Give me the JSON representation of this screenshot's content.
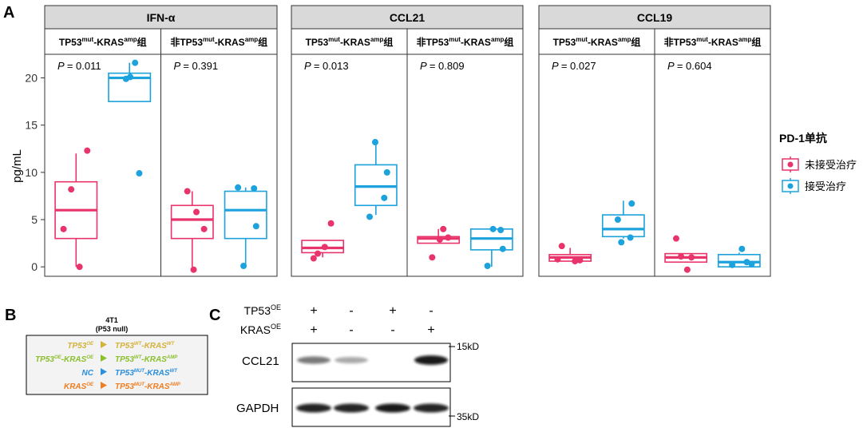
{
  "panel_labels": {
    "a": "A",
    "b": "B",
    "c": "C"
  },
  "chart_data": {
    "type": "box",
    "ylabel": "pg/mL",
    "xlabel": "",
    "ylim": [
      -1,
      22.5
    ],
    "yticks": [
      0,
      5,
      10,
      15,
      20
    ],
    "grid": false,
    "legend": {
      "title": "PD-1单抗",
      "position": "right",
      "entries": [
        {
          "name": "未接受治疗",
          "color": "#e8336b"
        },
        {
          "name": "接受治疗",
          "color": "#1ca2dc"
        }
      ]
    },
    "facets": [
      {
        "title": "IFN-α",
        "subgroups": [
          {
            "title_main": "TP53",
            "title_sup1": "mut",
            "title_mid": "-KRAS",
            "title_sup2": "amp",
            "title_end": "组",
            "p_label": "P",
            "p_value": "= 0.011",
            "boxes": [
              {
                "series": "未接受治疗",
                "min": 0,
                "q1": 3,
                "median": 6,
                "q3": 9,
                "max": 12,
                "points": [
                  [
                    -0.18,
                    4
                  ],
                  [
                    -0.07,
                    8.2
                  ],
                  [
                    0.05,
                    0
                  ],
                  [
                    0.16,
                    12.3
                  ]
                ]
              },
              {
                "series": "接受治疗",
                "min": 17.5,
                "q1": 17.5,
                "median": 20,
                "q3": 20.5,
                "max": 21.6,
                "points": [
                  [
                    0.08,
                    21.6
                  ],
                  [
                    -0.05,
                    19.9
                  ],
                  [
                    0.01,
                    20.1
                  ],
                  [
                    0.14,
                    9.9
                  ]
                ]
              }
            ]
          },
          {
            "title_main": "非TP53",
            "title_sup1": "mut",
            "title_mid": "-KRAS",
            "title_sup2": "amp",
            "title_end": "组",
            "p_label": "P",
            "p_value": "= 0.391",
            "boxes": [
              {
                "series": "未接受治疗",
                "min": 0,
                "q1": 3,
                "median": 5,
                "q3": 6.5,
                "max": 8,
                "points": [
                  [
                    -0.07,
                    8
                  ],
                  [
                    0.06,
                    5.8
                  ],
                  [
                    0.17,
                    4
                  ],
                  [
                    0.02,
                    -0.3
                  ]
                ]
              },
              {
                "series": "接受治疗",
                "min": 0,
                "q1": 3,
                "median": 6,
                "q3": 8,
                "max": 8.4,
                "points": [
                  [
                    -0.11,
                    8.4
                  ],
                  [
                    0.12,
                    8.3
                  ],
                  [
                    0.15,
                    4.3
                  ],
                  [
                    -0.03,
                    0.1
                  ]
                ]
              }
            ]
          }
        ]
      },
      {
        "title": "CCL21",
        "subgroups": [
          {
            "title_main": "TP53",
            "title_sup1": "mut",
            "title_mid": "-KRAS",
            "title_sup2": "amp",
            "title_end": "组",
            "p_label": "P",
            "p_value": "= 0.013",
            "boxes": [
              {
                "series": "未接受治疗",
                "min": 1,
                "q1": 1.5,
                "median": 2,
                "q3": 2.8,
                "max": 2.8,
                "points": [
                  [
                    0.12,
                    4.6
                  ],
                  [
                    0.03,
                    2.1
                  ],
                  [
                    -0.07,
                    1.4
                  ],
                  [
                    -0.13,
                    0.9
                  ]
                ]
              },
              {
                "series": "接受治疗",
                "min": 5.5,
                "q1": 6.5,
                "median": 8.5,
                "q3": 10.8,
                "max": 13,
                "points": [
                  [
                    -0.01,
                    13.2
                  ],
                  [
                    0.16,
                    10.0
                  ],
                  [
                    0.12,
                    7.3
                  ],
                  [
                    -0.09,
                    5.3
                  ]
                ]
              }
            ]
          },
          {
            "title_main": "非TP53",
            "title_sup1": "mut",
            "title_mid": "-KRAS",
            "title_sup2": "amp",
            "title_end": "组",
            "p_label": "P",
            "p_value": "= 0.809",
            "boxes": [
              {
                "series": "未接受治疗",
                "min": 2.5,
                "q1": 2.5,
                "median": 3,
                "q3": 3.2,
                "max": 4,
                "points": [
                  [
                    0.07,
                    4
                  ],
                  [
                    0.14,
                    3.1
                  ],
                  [
                    -0.09,
                    1
                  ],
                  [
                    0.02,
                    2.9
                  ]
                ]
              },
              {
                "series": "接受治疗",
                "min": 0,
                "q1": 1.8,
                "median": 3,
                "q3": 4,
                "max": 4,
                "points": [
                  [
                    0.02,
                    4
                  ],
                  [
                    0.13,
                    3.9
                  ],
                  [
                    0.16,
                    1.9
                  ],
                  [
                    -0.06,
                    0.1
                  ]
                ]
              }
            ]
          }
        ]
      },
      {
        "title": "CCL19",
        "subgroups": [
          {
            "title_main": "TP53",
            "title_sup1": "mut",
            "title_mid": "-KRAS",
            "title_sup2": "amp",
            "title_end": "组",
            "p_label": "P",
            "p_value": "= 0.027",
            "boxes": [
              {
                "series": "未接受治疗",
                "min": 0.6,
                "q1": 0.6,
                "median": 1,
                "q3": 1.3,
                "max": 2,
                "points": [
                  [
                    -0.12,
                    2.2
                  ],
                  [
                    -0.18,
                    0.8
                  ],
                  [
                    0.07,
                    0.6
                  ],
                  [
                    0.14,
                    0.7
                  ]
                ]
              },
              {
                "series": "接受治疗",
                "min": 3,
                "q1": 3.2,
                "median": 4,
                "q3": 5.5,
                "max": 7,
                "points": [
                  [
                    -0.08,
                    5
                  ],
                  [
                    0.12,
                    6.7
                  ],
                  [
                    0.1,
                    3.1
                  ],
                  [
                    -0.03,
                    2.6
                  ]
                ]
              }
            ]
          },
          {
            "title_main": "非TP53",
            "title_sup1": "mut",
            "title_mid": "-KRAS",
            "title_sup2": "amp",
            "title_end": "组",
            "p_label": "P",
            "p_value": "= 0.604",
            "boxes": [
              {
                "series": "未接受治疗",
                "min": 0.5,
                "q1": 0.5,
                "median": 1,
                "q3": 1.4,
                "max": 1.4,
                "points": [
                  [
                    -0.14,
                    3
                  ],
                  [
                    -0.07,
                    1.1
                  ],
                  [
                    0.08,
                    1
                  ],
                  [
                    0.02,
                    -0.3
                  ]
                ]
              },
              {
                "series": "接受治疗",
                "min": 0,
                "q1": 0,
                "median": 0.5,
                "q3": 1.3,
                "max": 1.5,
                "points": [
                  [
                    0.04,
                    1.9
                  ],
                  [
                    -0.1,
                    0.2
                  ],
                  [
                    0.11,
                    0.5
                  ],
                  [
                    0.18,
                    0.3
                  ]
                ]
              }
            ]
          }
        ]
      }
    ]
  },
  "panel_b": {
    "cell_line": "4T1",
    "cell_note": "(P53 null)",
    "rows": [
      {
        "left": "TP53",
        "left_sup": "OE",
        "left_tail": "",
        "left_tail_sup": "",
        "right_a": "TP53",
        "right_a_sup": "WT",
        "right_b": "-KRAS",
        "right_b_sup": "WT",
        "color_left": "#d4b13a",
        "color_right": "#d4b13a",
        "arrow_color": "#d4b13a"
      },
      {
        "left": "TP53",
        "left_sup": "OE",
        "left_tail": "-KRAS",
        "left_tail_sup": "OE",
        "right_a": "TP53",
        "right_a_sup": "WT",
        "right_b": "-KRAS",
        "right_b_sup": "AMP",
        "color_left": "#8cbf2e",
        "color_right": "#8cbf2e",
        "arrow_color": "#8cbf2e"
      },
      {
        "left": "NC",
        "left_sup": "",
        "left_tail": "",
        "left_tail_sup": "",
        "right_a": "TP53",
        "right_a_sup": "MUT",
        "right_b": "-KRAS",
        "right_b_sup": "WT",
        "color_left": "#2a8fdc",
        "color_right": "#2a8fdc",
        "arrow_color": "#2a8fdc"
      },
      {
        "left": "KRAS",
        "left_sup": "OE",
        "left_tail": "",
        "left_tail_sup": "",
        "right_a": "TP53",
        "right_a_sup": "MUT",
        "right_b": "-KRAS",
        "right_b_sup": "AMP",
        "color_left": "#ef7d22",
        "color_right": "#ef7d22",
        "arrow_color": "#ef7d22"
      }
    ]
  },
  "panel_c": {
    "row1_label": "TP53",
    "row1_sup": "OE",
    "row2_label": "KRAS",
    "row2_sup": "OE",
    "row1_signs": [
      "+",
      "-",
      "+",
      "-"
    ],
    "row2_signs": [
      "+",
      "-",
      "-",
      "+"
    ],
    "blot1_label": "CCL21",
    "blot2_label": "GAPDH",
    "marker1": "15kD",
    "marker2": "35kD",
    "ccl21_intensity": [
      0.55,
      0.35,
      0.0,
      0.95
    ],
    "gapdh_intensity": [
      0.9,
      0.9,
      0.95,
      0.9
    ]
  }
}
